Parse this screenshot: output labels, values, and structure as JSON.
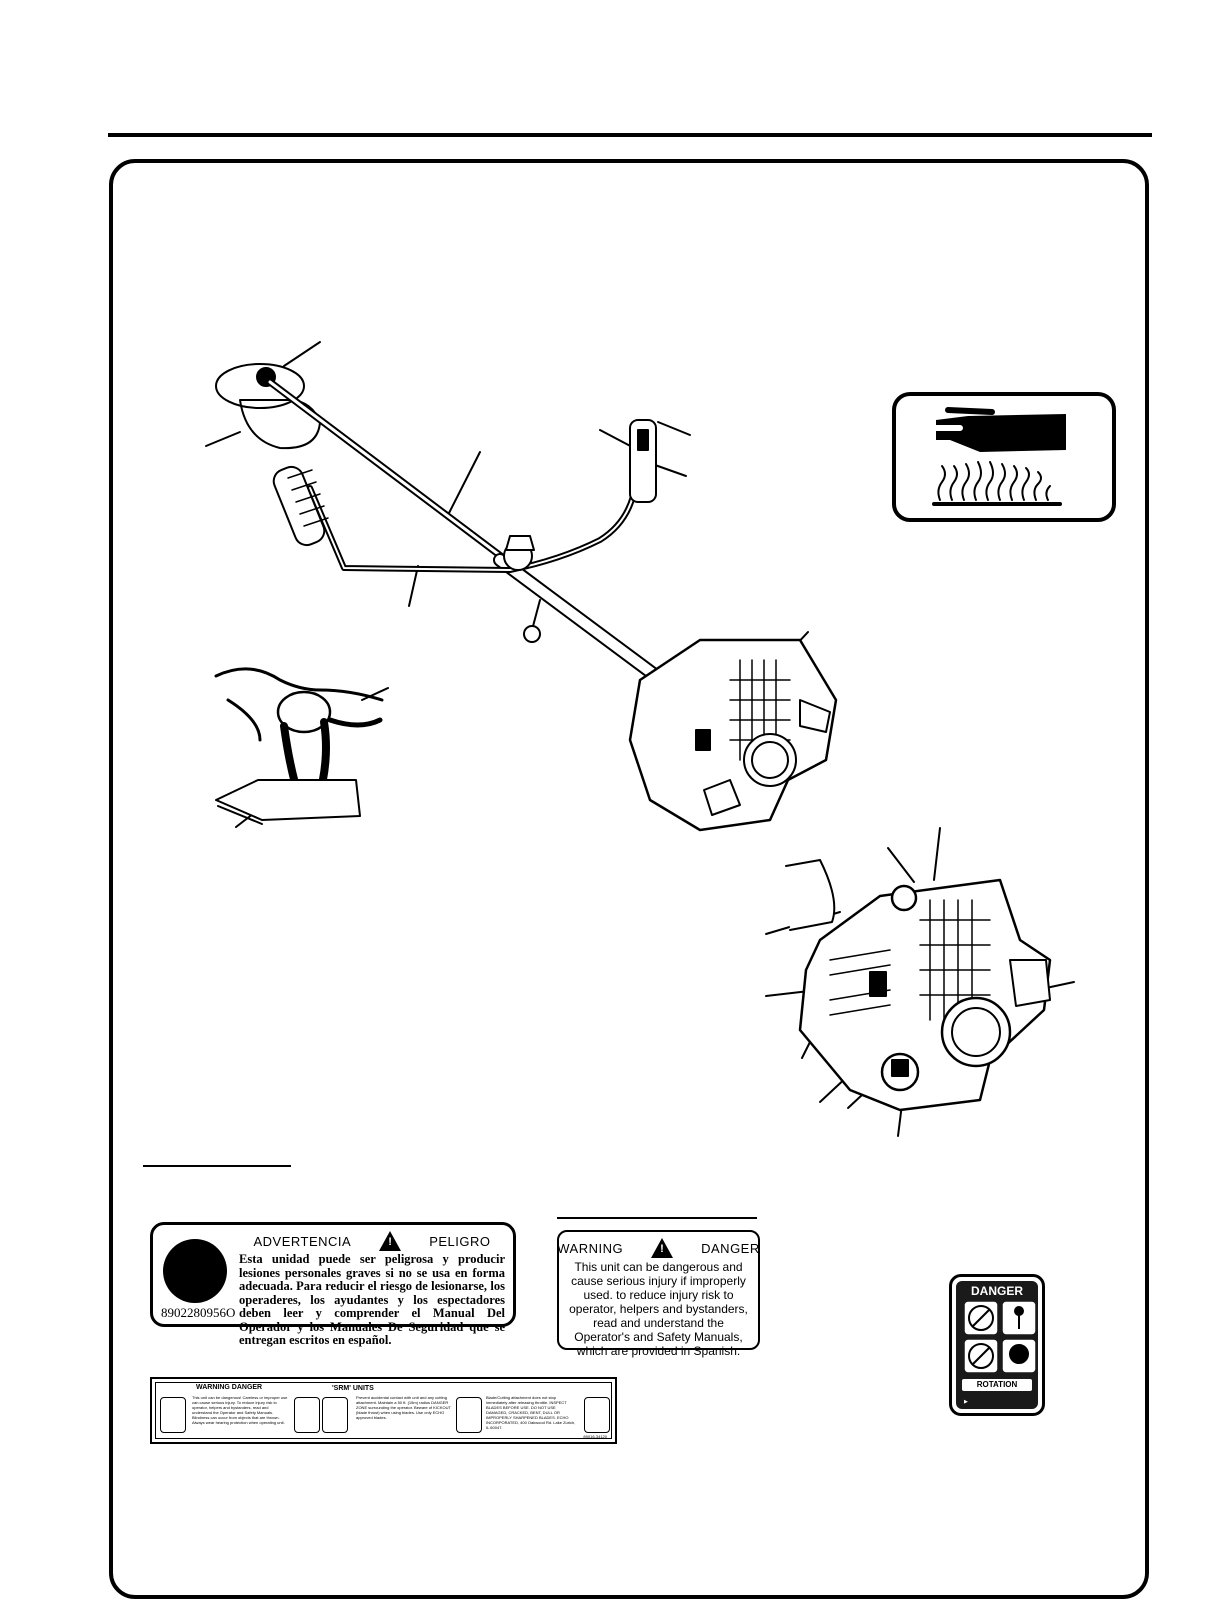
{
  "decal_spanish": {
    "header_left": "ADVERTENCIA",
    "header_right": "PELIGRO",
    "body": "Esta unidad puede ser peligrosa y producir lesiones personales graves si no se usa en forma adecuada. Para reducir el riesgo de lesionarse, los operaderes, los ayudantes y los espectadores deben leer y comprender el Manual Del Operador y los Manuales De Seguridad que se entregan escritos en español.",
    "part_number": "8902280956O"
  },
  "decal_english": {
    "header_left": "WARNING",
    "header_right": "DANGER",
    "body": "This unit can be dangerous and cause serious injury if improperly used. to reduce injury risk to operator, helpers and bystanders, read and understand the Operator's and Safety Manuals, which are provided in Spanish."
  },
  "decal_srm": {
    "header": "WARNING  DANGER",
    "title": "'SRM' UNITS",
    "col1": "This unit can be dangerous! Careless or improper use can cause serious injury. To reduce injury risk to operator, helpers and bystanders, read and understand the Operator and Safety Manuals. Blindness can occur from objects that are thrown. Always wear hearing protection when operating unit.",
    "col2": "Prevent accidental contact with unit and any cutting attachment. Maintain a 50 ft. (15m) radius DANGER ZONE surrounding the operator. Beware of KICKOUT (blade thrust) when using blades. Use only ECHO approved blades.",
    "col3": "Blade/Cutting attachment does not stop immediately after releasing throttle. INSPECT BLADES BEFORE USE. DO NOT USE DAMAGED, CRACKED, BENT, DULL OR IMPROPERLY SHARPENED BLADES. ECHO INCORPORATED, 400 Oakwood Rd. Lake Zurich, IL 60047.",
    "part_number": "89016-34120"
  },
  "decal_danger": {
    "title": "DANGER",
    "rotation": "ROTATION"
  }
}
